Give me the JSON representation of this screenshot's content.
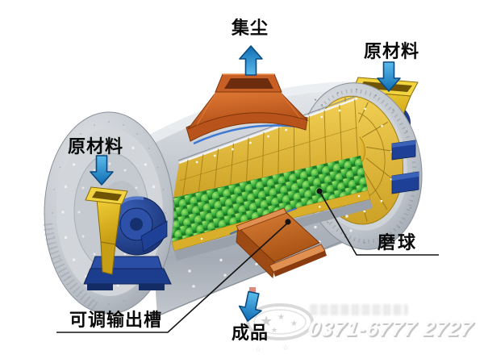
{
  "diagram": {
    "type": "ball-mill-cutaway-illustration",
    "labels": {
      "dust_collection": "集尘",
      "raw_material_top": "原材料",
      "raw_material_left": "原材料",
      "grinding_balls": "磨球",
      "adjustable_output_chute": "可调输出槽",
      "finished_product": "成品"
    },
    "arrows": [
      {
        "name": "dust-collection-arrow",
        "direction": "up"
      },
      {
        "name": "raw-material-top-arrow",
        "direction": "down"
      },
      {
        "name": "raw-material-left-arrow",
        "direction": "down"
      },
      {
        "name": "finished-product-arrow",
        "direction": "down"
      }
    ],
    "watermark": {
      "phone": "0371-6777 2727"
    },
    "colors": {
      "arrow_blue": "#1b87c9",
      "shell_gray": "#b9bfc7",
      "lining_yellow": "#e3b830",
      "balls_green": "#2fa133",
      "hood_orange": "#c3571f",
      "feeder_blue": "#1f3f8f",
      "hopper_yellow": "#e8c62e",
      "label_text": "#0a0a0a"
    }
  }
}
